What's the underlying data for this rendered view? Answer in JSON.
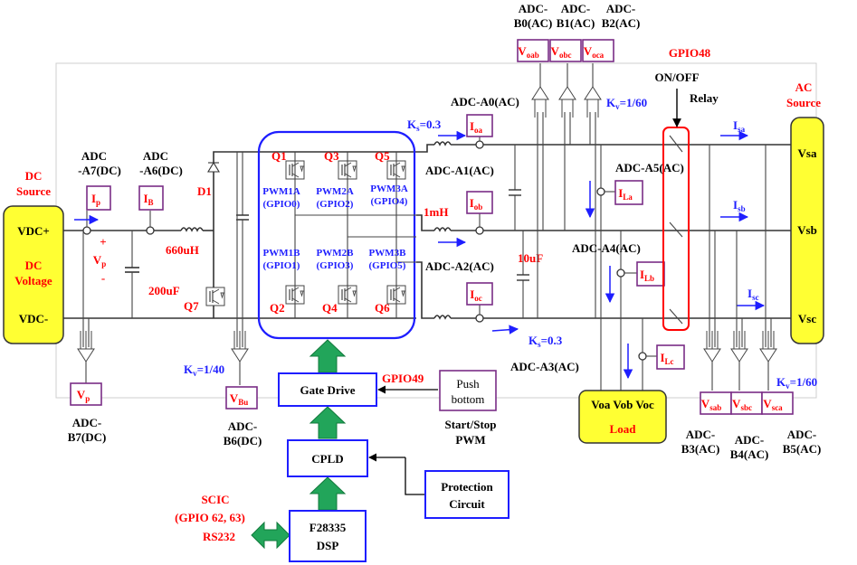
{
  "dc_source": {
    "title_line1": "DC",
    "title_line2": "Source",
    "vdc_plus": "VDC+",
    "vdc_minus": "VDC-",
    "voltage_line1": "DC",
    "voltage_line2": "Voltage"
  },
  "ac_source": {
    "title_line1": "AC",
    "title_line2": "Source",
    "vsa": "Vsa",
    "vsb": "Vsb",
    "vsc": "Vsc"
  },
  "adc": {
    "a7": [
      "ADC",
      "-A7(DC)"
    ],
    "a6": [
      "ADC",
      "-A6(DC)"
    ],
    "b0": [
      "ADC-",
      "B0(AC)"
    ],
    "b1": [
      "ADC-",
      "B1(AC)"
    ],
    "b2": [
      "ADC-",
      "B2(AC)"
    ],
    "a0": "ADC-A0(AC)",
    "a1": "ADC-A1(AC)",
    "a2": "ADC-A2(AC)",
    "a3": "ADC-A3(AC)",
    "a4": "ADC-A4(AC)",
    "a5": "ADC-A5(AC)",
    "b7": [
      "ADC-",
      "B7(DC)"
    ],
    "b6": [
      "ADC-",
      "B6(DC)"
    ],
    "b3": [
      "ADC-",
      "B3(AC)"
    ],
    "b4": [
      "ADC-",
      "B4(AC)"
    ],
    "b5": [
      "ADC-",
      "B5(AC)"
    ]
  },
  "sensors": {
    "ip": "I",
    "ip_sub": "p",
    "ib": "I",
    "ib_sub": "B",
    "ioa": "I",
    "ioa_sub": "oa",
    "iob": "I",
    "iob_sub": "ob",
    "ioc": "I",
    "ioc_sub": "oc",
    "ila": "I",
    "ila_sub": "La",
    "ilb": "I",
    "ilb_sub": "Lb",
    "ilc": "I",
    "ilc_sub": "Lc",
    "voab": "V",
    "voab_sub": "oab",
    "vobc": "V",
    "vobc_sub": "obc",
    "voca": "V",
    "voca_sub": "oca",
    "vp": "V",
    "vp_sub": "p",
    "vbu": "V",
    "vbu_sub": "Bu",
    "vsab": "V",
    "vsab_sub": "sab",
    "vsbc": "V",
    "vsbc_sub": "sbc",
    "vsca": "V",
    "vsca_sub": "sca"
  },
  "currents": {
    "isa": "I",
    "isa_sub": "sa",
    "isb": "I",
    "isb_sub": "sb",
    "isc": "I",
    "isc_sub": "sc"
  },
  "gains": {
    "ks_top": "K",
    "ks_top_sub": "s",
    "ks_top_val": "=0.3",
    "kv_top": "K",
    "kv_top_sub": "v",
    "kv_top_val": "=1/60",
    "kv_dc": "K",
    "kv_dc_sub": "v",
    "kv_dc_val": "=1/40",
    "ks_bot": "K",
    "ks_bot_sub": "s",
    "ks_bot_val": "=0.3",
    "kv_right": "K",
    "kv_right_sub": "v",
    "kv_right_val": "=1/60"
  },
  "components": {
    "d1": "D1",
    "l_dc": "660uH",
    "c_dc": "200uF",
    "q7": "Q7",
    "l_ac": "1mH",
    "c_ac": "10uF",
    "vp_plus": "+",
    "vp": "V",
    "vp_sub": "p",
    "vp_minus": "-"
  },
  "switches": {
    "q1": "Q1",
    "q3": "Q3",
    "q5": "Q5",
    "q2": "Q2",
    "q4": "Q4",
    "q6": "Q6"
  },
  "pwm": {
    "p1a": [
      "PWM1A",
      "(GPIO0)"
    ],
    "p2a": [
      "PWM2A",
      "(GPIO2)"
    ],
    "p3a": [
      "PWM3A",
      "(GPIO4)"
    ],
    "p1b": [
      "PWM1B",
      "(GPIO1)"
    ],
    "p2b": [
      "PWM2B",
      "(GPIO3)"
    ],
    "p3b": [
      "PWM3B",
      "(GPIO5)"
    ]
  },
  "relay": {
    "gpio": "GPIO48",
    "onoff": "ON/OFF",
    "label": "Relay"
  },
  "control": {
    "gate_drive": "Gate Drive",
    "gpio49": "GPIO49",
    "push_line1": "Push",
    "push_line2": "bottom",
    "start_stop_line1": "Start/Stop",
    "start_stop_line2": "PWM",
    "cpld": "CPLD",
    "protection_line1": "Protection",
    "protection_line2": "Circuit",
    "dsp_line1": "F28335",
    "dsp_line2": "DSP",
    "scic_line1": "SCIC",
    "scic_line2": "(GPIO 62, 63)",
    "rs232": "RS232"
  },
  "load": {
    "line1": "Voa Vob Voc",
    "line2": "Load"
  }
}
